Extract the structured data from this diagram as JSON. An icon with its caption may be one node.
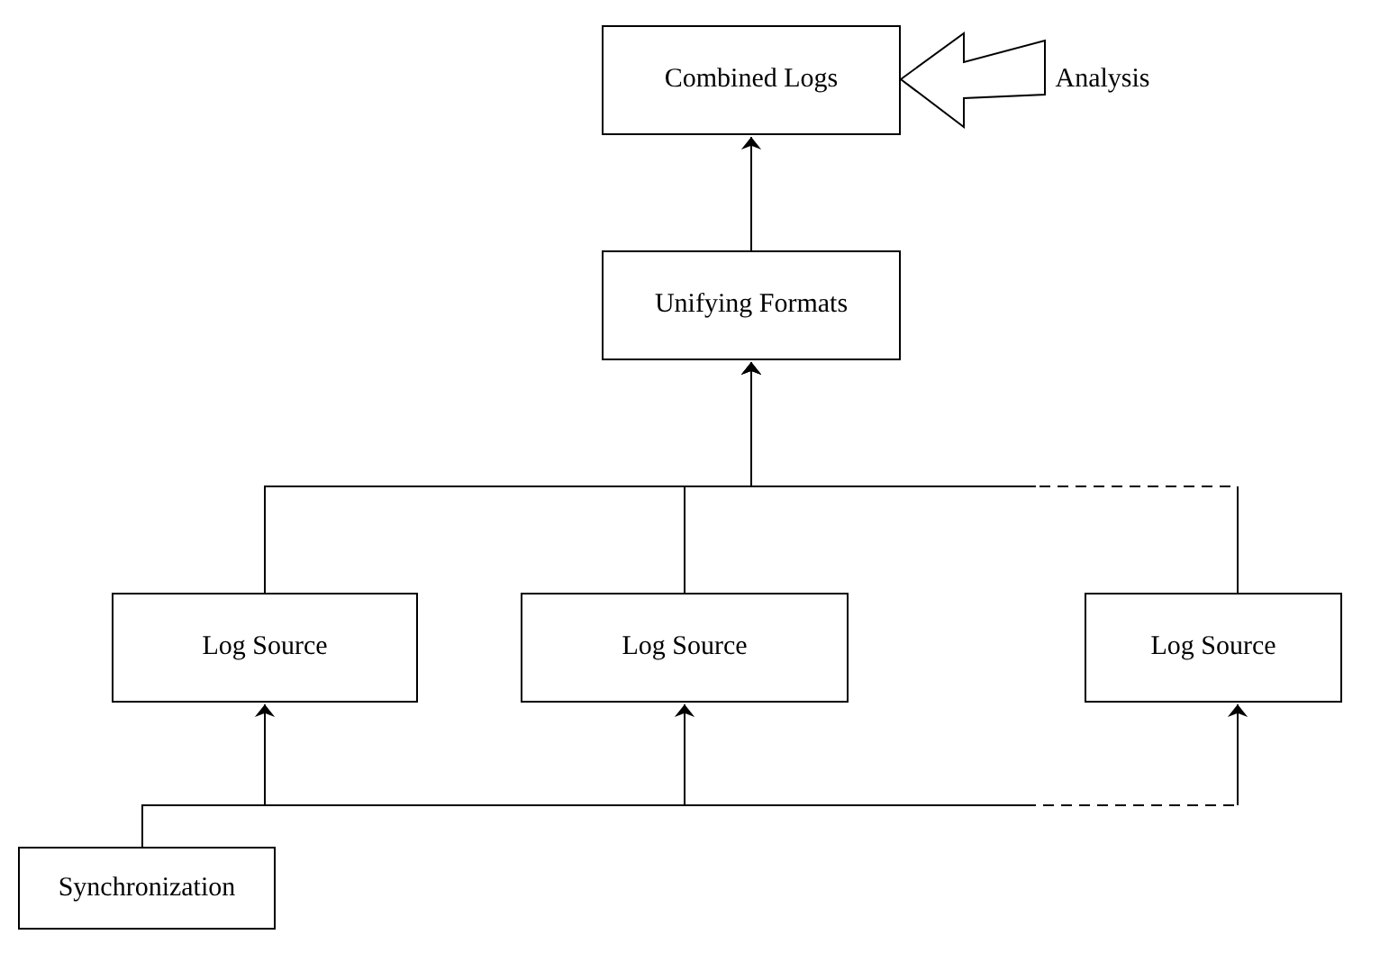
{
  "diagram": {
    "nodes": [
      {
        "text": [
          "Combined Logs"
        ]
      },
      {
        "text": [
          "Analysis"
        ]
      },
      {
        "text": [
          "Unifying Formats"
        ]
      },
      {
        "text": [
          "Log Source"
        ]
      },
      {
        "text": [
          "Log Source"
        ]
      },
      {
        "text": [
          "Log Source"
        ]
      },
      {
        "text": [
          "Synchronization"
        ]
      }
    ],
    "edges": [
      {
        "from": 1,
        "to": 0,
        "arrow": "to",
        "style": "thick"
      },
      {
        "from": 2,
        "to": 0,
        "arrow": "to"
      },
      {
        "from": 3,
        "to": 2,
        "arrow": "to"
      },
      {
        "from": 4,
        "to": 2,
        "arrow": "to"
      },
      {
        "from": 5,
        "to": 2,
        "arrow": "to",
        "style": "dashed"
      },
      {
        "from": 6,
        "to": 3,
        "arrow": "to"
      },
      {
        "from": 6,
        "to": 4,
        "arrow": "to"
      },
      {
        "from": 6,
        "to": 5,
        "arrow": "to",
        "style": "dashed"
      }
    ]
  }
}
